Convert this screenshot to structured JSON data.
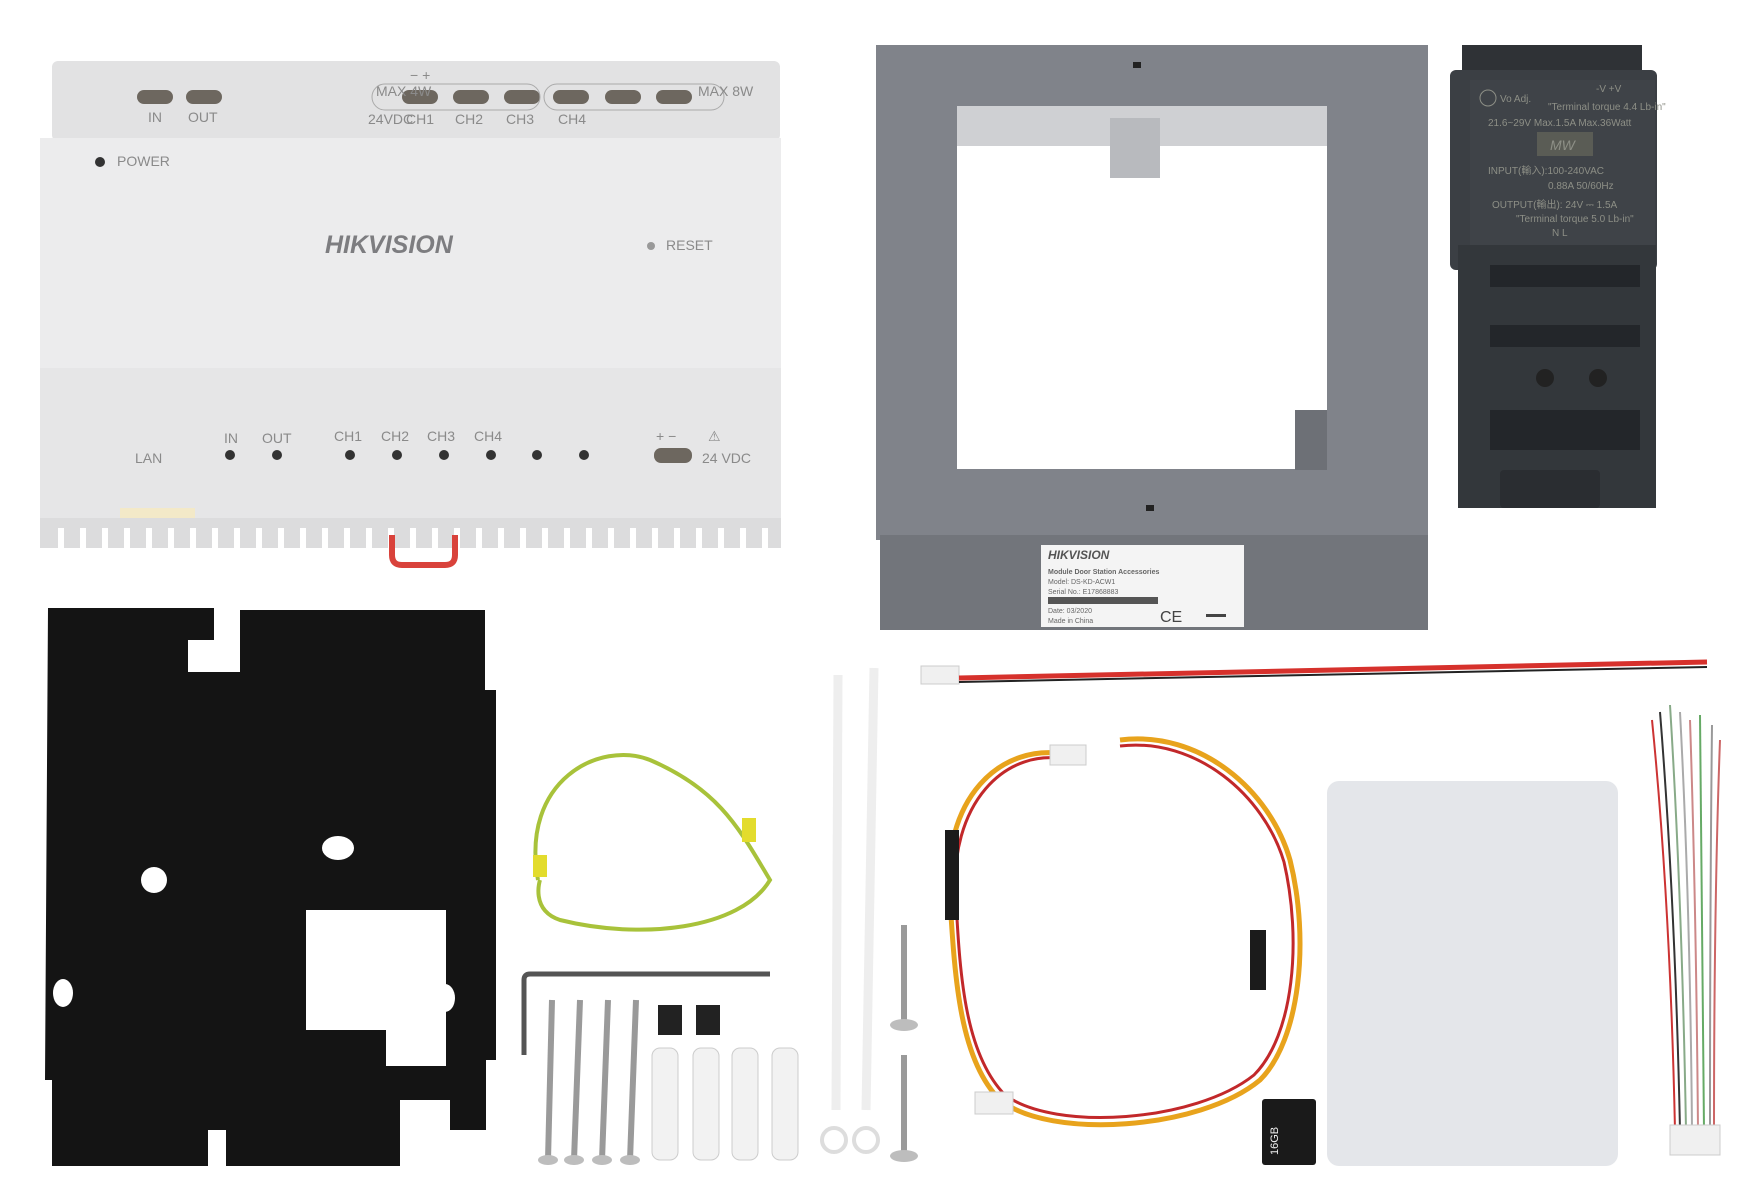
{
  "controller": {
    "brand": "HIKVISION",
    "top_labels": {
      "in": "IN",
      "out": "OUT",
      "ch1": "CH1",
      "ch2": "CH2",
      "ch3": "CH3",
      "ch4": "CH4",
      "vdc": "24VDC",
      "max_left": "MAX 4W",
      "max_right": "MAX 8W",
      "polarity": "− +"
    },
    "power": "POWER",
    "reset": "RESET",
    "bottom_labels": {
      "lan": "LAN",
      "in": "IN",
      "out": "OUT",
      "ch1": "CH1",
      "ch2": "CH2",
      "ch3": "CH3",
      "ch4": "CH4",
      "polarity": "+ −",
      "vdc": "24 VDC",
      "warning": "⚠"
    }
  },
  "frame_label": {
    "brand": "HIKVISION",
    "line1": "Module Door Station Accessories",
    "model": "Model:  DS-KD-ACW1",
    "serial": "Serial No.:  E17868883",
    "date": "Date:  03/2020",
    "origin": "Made in China",
    "ce": "CE"
  },
  "psu_label": {
    "adj": "Vo Adj.",
    "terminals": "-V  +V",
    "torque1": "\"Terminal torque 4.4 Lb-in\"",
    "rating": "21.6~29V  Max.1.5A  Max.36Watt",
    "logo": "MW",
    "input": "INPUT(輸入):100-240VAC",
    "input2": "0.88A  50/60Hz",
    "output": "OUTPUT(輸出): 24V ⎓ 1.5A",
    "torque2": "\"Terminal torque 5.0 Lb-in\"",
    "nl": "N        L"
  },
  "microsd": {
    "capacity": "16GB"
  },
  "colors": {
    "controller": "#e9e9ea",
    "frame": "#7c7f85",
    "psu": "#3b3f44",
    "plate": "#141414",
    "red_wire": "#d6312c",
    "green_wire": "#9bbf3a",
    "card": "#e4e6ea"
  }
}
